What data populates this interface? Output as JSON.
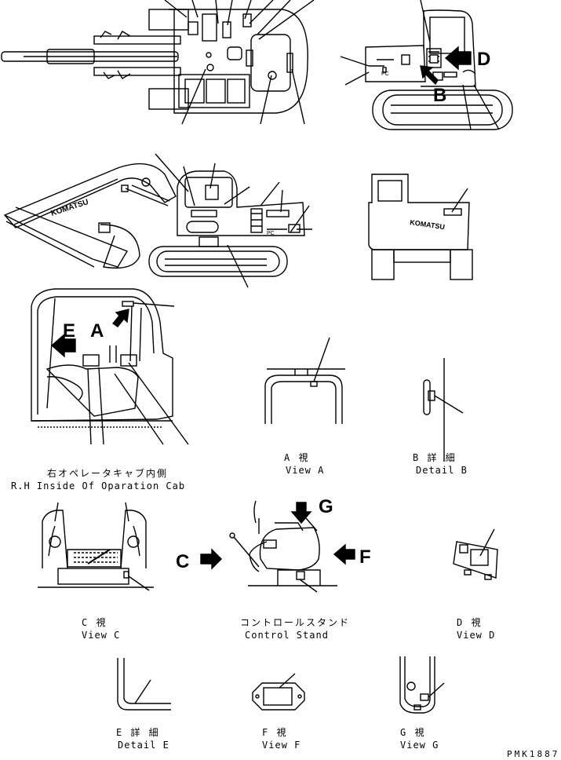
{
  "view_letters": {
    "a": "A",
    "b": "B",
    "c": "C",
    "d": "D",
    "e": "E",
    "f": "F",
    "g": "G"
  },
  "captions": {
    "cab_inside_jp": "右オペレータキャブ内側",
    "cab_inside_en": "R.H Inside Of Oparation Cab",
    "view_a_jp": "A 視",
    "view_a_en": "View A",
    "detail_b_jp": "B 詳 細",
    "detail_b_en": "Detail B",
    "view_c_jp": "C 視",
    "view_c_en": "View C",
    "control_stand_jp": "コントロールスタンド",
    "control_stand_en": "Control Stand",
    "view_d_jp": "D 視",
    "view_d_en": "View D",
    "detail_e_jp": "E 詳 細",
    "detail_e_en": "Detail E",
    "view_f_jp": "F 視",
    "view_f_en": "View F",
    "view_g_jp": "G 視",
    "view_g_en": "View G"
  },
  "machine_text": {
    "brand": "KOMATSU",
    "model_mark": "PC"
  },
  "part_code": "PMK1887"
}
